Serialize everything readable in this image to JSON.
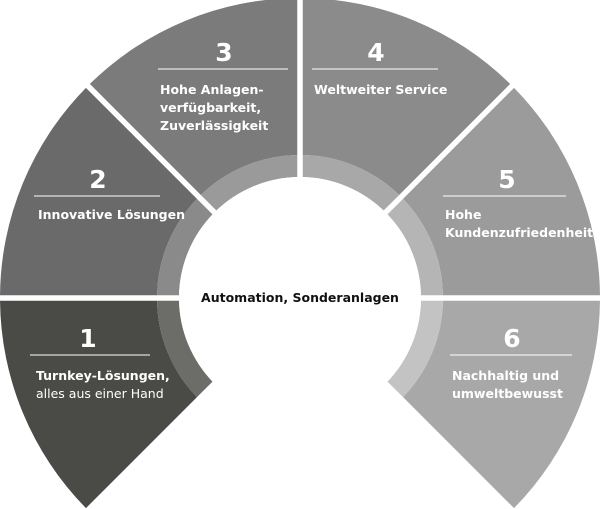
{
  "center": {
    "label": "Automation, Sonderanlagen"
  },
  "segments": [
    {
      "number": "1",
      "lines": [
        {
          "text": "Turnkey-Lösungen,",
          "bold": true
        },
        {
          "text": "alles aus einer Hand",
          "bold": false
        }
      ],
      "color": "#4a4a47",
      "ring_color": "#6c6c69"
    },
    {
      "number": "2",
      "lines": [
        {
          "text": "Innovative Lösungen",
          "bold": true
        }
      ],
      "color": "#6a6a6a",
      "ring_color": "#8a8a8a"
    },
    {
      "number": "3",
      "lines": [
        {
          "text": "Hohe Anlagen-",
          "bold": true
        },
        {
          "text": "verfügbarkeit,",
          "bold": true
        },
        {
          "text": "Zuverlässigkeit",
          "bold": true
        }
      ],
      "color": "#7b7b7b",
      "ring_color": "#9a9a9a"
    },
    {
      "number": "4",
      "lines": [
        {
          "text": "Weltweiter Service",
          "bold": true
        }
      ],
      "color": "#8b8b8b",
      "ring_color": "#a8a8a8"
    },
    {
      "number": "5",
      "lines": [
        {
          "text": "Hohe",
          "bold": true
        },
        {
          "text": "Kundenzufriedenheit",
          "bold": true
        }
      ],
      "color": "#9b9b9b",
      "ring_color": "#b5b5b5"
    },
    {
      "number": "6",
      "lines": [
        {
          "text": "Nachhaltig und",
          "bold": true
        },
        {
          "text": "umweltbewusst",
          "bold": true
        }
      ],
      "color": "#a8a8a8",
      "ring_color": "#c3c3c3"
    }
  ]
}
